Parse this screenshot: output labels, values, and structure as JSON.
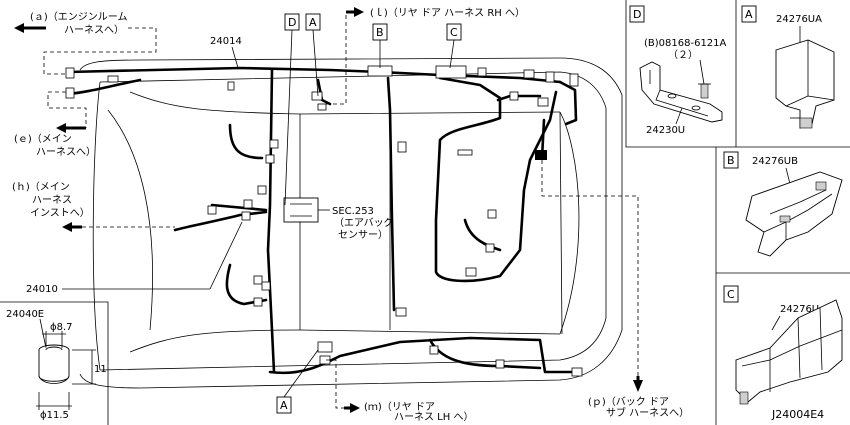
{
  "labels": {
    "a_engine_room": [
      "(ａ)（エンジンルーム",
      "ハーネスへ）"
    ],
    "e_main": [
      "(ｅ)（メイン",
      "ハーネスへ）"
    ],
    "h_main_inst": [
      "(ｈ)（メイン",
      "ハーネス",
      "インストへ）"
    ],
    "l_rear_door_rh": "(ｌ)（リヤ ドア ハーネス RH へ）",
    "m_rear_door_lh": [
      "(ｍ)（リヤ ドア",
      "ハーネス LH へ）"
    ],
    "p_back_door": [
      "(ｐ)（バック ドア",
      "サブ ハーネスへ）"
    ],
    "sec253": [
      "SEC.253",
      "（エアバッグ",
      "センサー）"
    ],
    "part_24014": "24014",
    "part_24010": "24010",
    "part_24040E": "24040E",
    "dim_phi87": "ϕ8.7",
    "dim_11": "11",
    "dim_phi115": "ϕ11.5",
    "callout_D": "D",
    "callout_A": "A",
    "callout_B": "B",
    "callout_C": "C",
    "bolt_part": "(B)08168-6121A",
    "bolt_qty": "（２）",
    "part_24230U": "24230U",
    "part_24276UA": "24276UA",
    "part_24276UB": "24276UB",
    "part_24276U": "24276U",
    "diagram_code": "J24004E4"
  }
}
